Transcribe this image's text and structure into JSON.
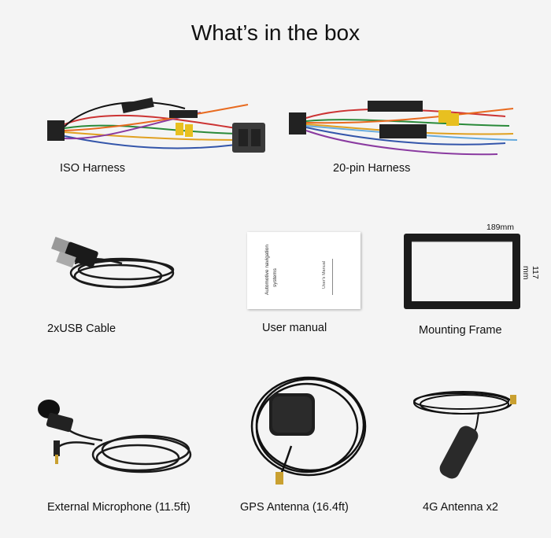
{
  "page": {
    "title": "What’s in the box"
  },
  "items": [
    {
      "id": "iso-harness",
      "label": "ISO Harness",
      "icon": "wiring-harness-icon"
    },
    {
      "id": "20-pin-harness",
      "label": "20-pin Harness",
      "icon": "wiring-harness-icon"
    },
    {
      "id": "usb-cable",
      "label": "2xUSB Cable",
      "icon": "usb-cable-icon"
    },
    {
      "id": "user-manual",
      "label": "User manual",
      "icon": "booklet-icon",
      "booklet_text": [
        "Automotive navigation",
        "systems",
        "User's Manual"
      ]
    },
    {
      "id": "mounting-frame",
      "label": "Mounting Frame",
      "icon": "frame-icon",
      "width_label": "189mm",
      "height_label": "117 mm"
    },
    {
      "id": "external-microphone",
      "label": "External Microphone (11.5ft)",
      "icon": "microphone-icon"
    },
    {
      "id": "gps-antenna",
      "label": "GPS Antenna (16.4ft)",
      "icon": "gps-antenna-icon"
    },
    {
      "id": "4g-antenna",
      "label": "4G Antenna x2",
      "icon": "antenna-icon"
    }
  ]
}
